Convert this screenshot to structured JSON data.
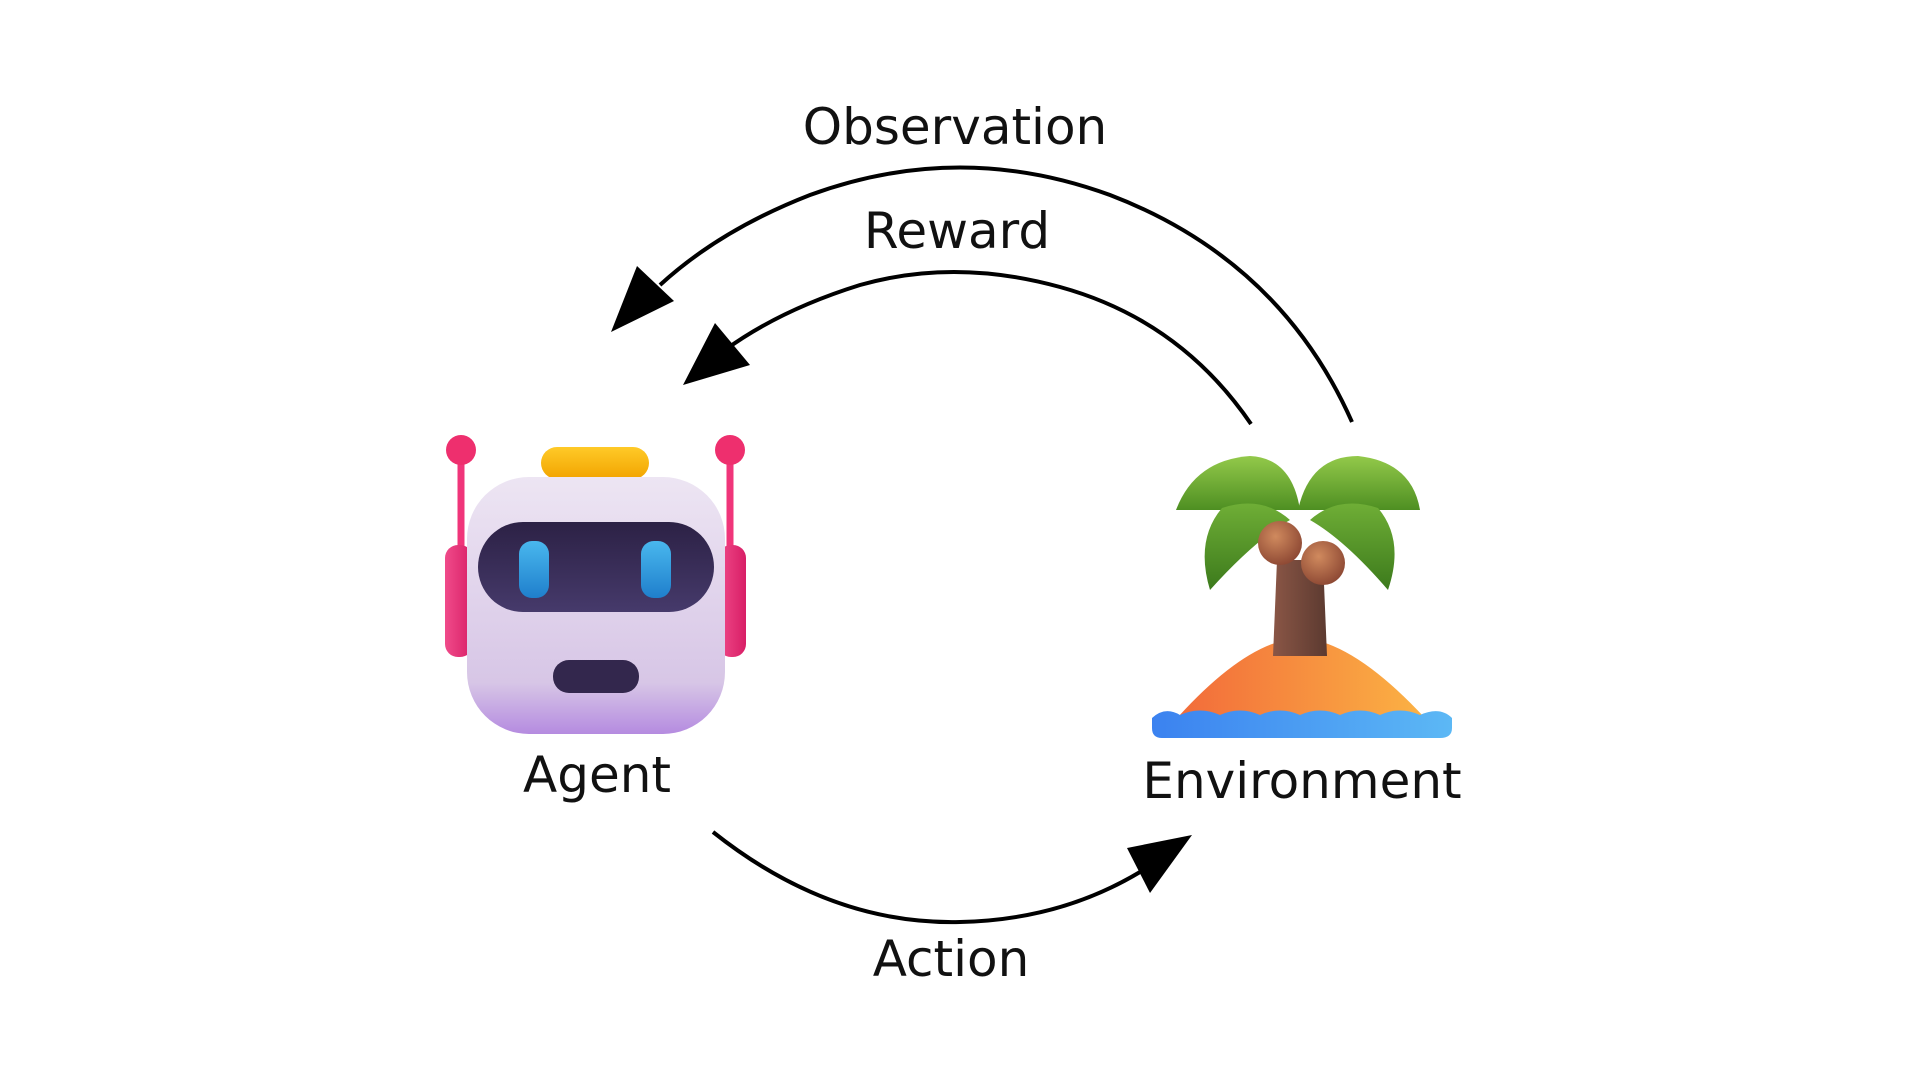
{
  "diagram": {
    "nodes": {
      "agent": {
        "label": "Agent",
        "icon": "robot-icon"
      },
      "environment": {
        "label": "Environment",
        "icon": "palm-island-icon"
      }
    },
    "edges": {
      "observation": {
        "label": "Observation",
        "from": "environment",
        "to": "agent"
      },
      "reward": {
        "label": "Reward",
        "from": "environment",
        "to": "agent"
      },
      "action": {
        "label": "Action",
        "from": "agent",
        "to": "environment"
      }
    }
  },
  "colors": {
    "arrow": "#000000",
    "text": "#111111",
    "robot_head": "#e0d3ec",
    "robot_visor": "#3c2e5c",
    "robot_eyes": "#2f9bd8",
    "robot_ears": "#f0357a",
    "robot_top": "#f4b400",
    "palm_leaves": "#6aa82c",
    "palm_trunk": "#7b4a3a",
    "coconut": "#a8553e",
    "island_sand": "#f8a24a",
    "water": "#3f8df0"
  }
}
